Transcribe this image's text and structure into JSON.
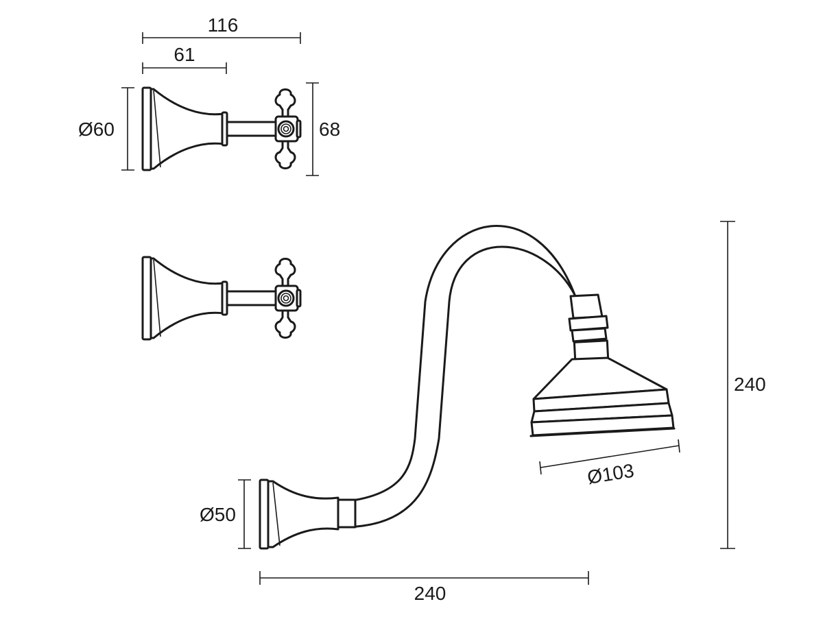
{
  "dimensions": {
    "tap_total_length": "116",
    "tap_flange_to_spindle": "61",
    "tap_flange_diameter": "Ø60",
    "tap_handle_height": "68",
    "arm_total_height": "240",
    "arm_flange_diameter": "Ø50",
    "arm_projection": "240",
    "rose_diameter": "Ø103"
  },
  "colors": {
    "line": "#1a1a1a",
    "background": "#ffffff"
  }
}
